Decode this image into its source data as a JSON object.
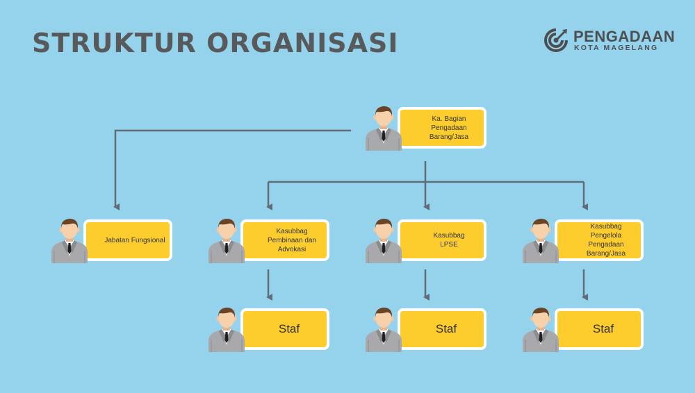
{
  "header": {
    "title": "STRUKTUR ORGANISASI"
  },
  "logo": {
    "name": "PENGADAAN",
    "subtitle": "KOTA MAGELANG",
    "icon": "target-icon"
  },
  "colors": {
    "background": "#95d3ec",
    "box_fill": "#fccd2d",
    "box_border": "#ffffff",
    "connector": "#5f6d78",
    "title": "#58595b"
  },
  "org": {
    "head": {
      "label": "Ka. Bagian Pengadaan\nBarang/Jasa",
      "icon": "person-icon"
    },
    "units": [
      {
        "label": "Jabatan Fungsional",
        "icon": "person-icon"
      },
      {
        "label": "Kasubbag\nPembinaan dan\nAdvokasi",
        "icon": "person-icon",
        "staff": "Staf"
      },
      {
        "label": "Kasubbag\nLPSE",
        "icon": "person-icon",
        "staff": "Staf"
      },
      {
        "label": "Kasubbag\nPengelola Pengadaan\nBarang/Jasa",
        "icon": "person-icon",
        "staff": "Staf"
      }
    ]
  }
}
